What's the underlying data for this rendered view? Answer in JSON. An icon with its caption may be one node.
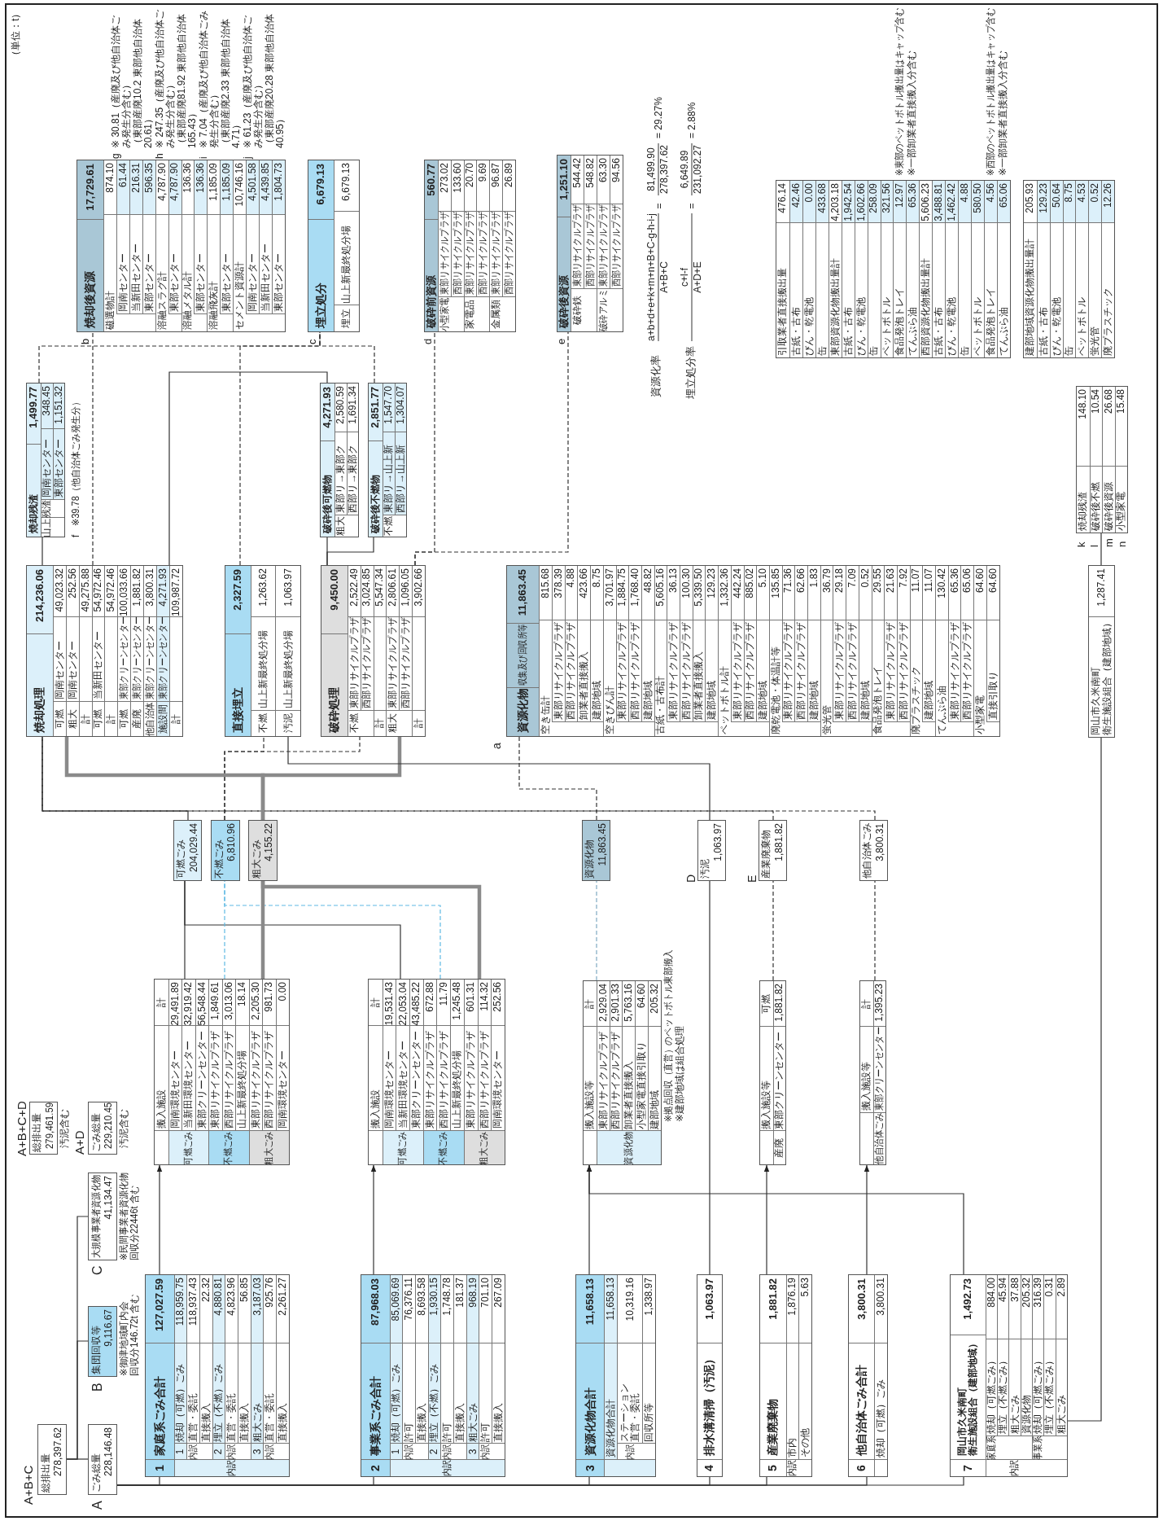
{
  "diagram": {
    "nodes": [
      {
        "text": [
          "総排出量",
          "278,397.62"
        ],
        "beside": [
          "A+B+C"
        ]
      },
      {
        "text": [
          "ごみ総量",
          "228,146.48"
        ],
        "beside": [
          "A"
        ]
      },
      {
        "text": [
          "集団回収等",
          "9,116.67"
        ],
        "beside": [
          "B",
          "※御津地域町内会回収分146.72t 含む"
        ]
      },
      {
        "text": [
          "大規模事業者資源化物",
          "41,134.47"
        ],
        "beside": [
          "C",
          "※民間事業者資源化物回収分22446t 含む"
        ]
      },
      {
        "text": [
          "総排出量",
          "279,461.59"
        ],
        "beside": [
          "A+B+C+D",
          "汚泥含む"
        ]
      },
      {
        "text": [
          "ごみ総量",
          "229,210.45"
        ],
        "beside": [
          "A+D",
          "汚泥含む"
        ]
      },
      {
        "text": [
          "1",
          "家庭系ごみ合計",
          "127,027.59",
          "1",
          "焼却（可燃）ごみ",
          "118,959.75",
          "内訳",
          "直営・委託",
          "118,937.43",
          "直接搬入",
          "22.32",
          "2",
          "埋立（不燃）ごみ",
          "4,880.81",
          "内訳",
          "内訳",
          "直営・委託",
          "4,823.96",
          "直接搬入",
          "56.85",
          "3",
          "粗大ごみ",
          "3,187.03",
          "内訳",
          "直営・委託",
          "925.76",
          "直接搬入",
          "2,261.27"
        ]
      },
      {
        "text": [
          "2",
          "事業系ごみ合計",
          "87,968.03",
          "1",
          "焼却（可燃）ごみ",
          "85,069.69",
          "内訳",
          "許可",
          "76,376.11",
          "直接搬入",
          "8,693.58",
          "2",
          "埋立（不燃）ごみ",
          "1,930.15",
          "内訳",
          "内訳",
          "許可",
          "1,748.78",
          "直接搬入",
          "181.37",
          "3",
          "粗大ごみ",
          "968.19",
          "内訳",
          "許可",
          "701.10",
          "直接搬入",
          "267.09"
        ]
      },
      {
        "text": [
          "3",
          "資源化物合計",
          "11,658.13",
          "資源化物合計",
          "11,658.13",
          "内訳",
          "ステーション直営・委託",
          "10,319.16",
          "回収所等",
          "1,338.97"
        ]
      },
      {
        "text": [
          "4",
          "排水溝清掃（汚泥）",
          "1,063.97"
        ]
      },
      {
        "text": [
          "5",
          "産業廃棄物",
          "1,881.82",
          "内訳",
          "市内",
          "1,876.19",
          "その他",
          "5.63"
        ]
      },
      {
        "text": [
          "6",
          "他自治体ごみ合計",
          "3,800.31",
          "焼却（可燃）ごみ",
          "3,800.31"
        ]
      },
      {
        "text": [
          "7",
          "岡山市久米南町衛生施設組合（建部地域）",
          "1,492.73",
          "家庭系",
          "焼却（可燃ごみ）",
          "884.00",
          "埋立（不燃ごみ）",
          "45.94",
          "内訳",
          "粗大ごみ",
          "37.88",
          "資源化物",
          "205.32",
          "事業系",
          "焼却（可燃ごみ）",
          "316.39",
          "埋立（不燃ごみ）",
          "0.31",
          "粗大ごみ",
          "2.89"
        ]
      },
      {
        "text": [
          "搬入施設",
          "計",
          "岡南環境センター",
          "29,491.89",
          "可燃ごみ",
          "当新田環境センター",
          "32,919.42",
          "東部クリーンセンター",
          "56,548.44",
          "東部リサイクルプラザ",
          "1,849.61",
          "不燃ごみ",
          "西部リサイクルプラザ",
          "3,013.06",
          "山上新最終処分場",
          "18.14",
          "東部リサイクルプラザ",
          "2,205.30",
          "粗大ごみ",
          "西部リサイクルプラザ",
          "981.73",
          "岡南環境センター",
          "0.00"
        ]
      },
      {
        "text": [
          "搬入施設",
          "計",
          "岡南環境センター",
          "19,531.43",
          "可燃ごみ",
          "当新田環境センター",
          "22,053.04",
          "東部クリーンセンター",
          "43,485.22",
          "東部リサイクルプラザ",
          "672.88",
          "不燃ごみ",
          "西部リサイクルプラザ",
          "11.79",
          "山上新最終処分場",
          "1,245.48",
          "東部リサイクルプラザ",
          "601.31",
          "粗大ごみ",
          "西部リサイクルプラザ",
          "114.32",
          "岡南環境センター",
          "252.56"
        ]
      },
      {
        "text": [
          "搬入施設等",
          "計",
          "東部リサイクルプラザ",
          "2,929.04",
          "西部リサイクルプラザ",
          "2,901.33",
          "資源化物",
          "卸業者直接搬入",
          "5,763.16",
          "小型家電直接引取り",
          "64.60",
          "建部地域",
          "205.32"
        ],
        "beside": [
          "※拠点回収（直営）のペットボトル東部搬入",
          "※建部地域は組合処理"
        ]
      },
      {
        "text": [
          "搬入施設等",
          "可燃",
          "産廃",
          "東部クリーンセンター",
          "1,881.82"
        ]
      },
      {
        "text": [
          "搬入施設等",
          "計",
          "他自治体ごみ",
          "東部クリーンセンター",
          "1,395.23"
        ]
      },
      {
        "text": [
          "可燃ごみ",
          "204,029.44"
        ]
      },
      {
        "text": [
          "不燃ごみ",
          "6,810.96"
        ]
      },
      {
        "text": [
          "粗大ごみ",
          "4,155.22"
        ]
      },
      {
        "text": [
          "資源化物",
          "11,863.45"
        ]
      },
      {
        "text": [
          "汚泥",
          "1,063.97"
        ],
        "beside": [
          "D"
        ]
      },
      {
        "text": [
          "産業廃棄物",
          "1,881.82"
        ],
        "beside": [
          "E"
        ]
      },
      {
        "text": [
          "他自治体ごみ",
          "3,800.31"
        ]
      },
      {
        "text": [
          "焼却処理",
          "214,236.06",
          "可燃",
          "岡南センター",
          "49,023.32",
          "粗大",
          "岡南センター",
          "252.56",
          "計",
          "49,275.88",
          "可燃",
          "当新田センター",
          "54,972.46",
          "計",
          "54,972.46",
          "可燃",
          "東部クリーンセンター",
          "100,033.66",
          "産廃",
          "東部クリーンセンター",
          "1,881.82",
          "他自治体",
          "東部クリーンセンター",
          "3,800.31",
          "施設間",
          "東部クリーンセンター",
          "4,271.93",
          "計",
          "109,987.72"
        ]
      },
      {
        "text": [
          "直接埋立",
          "2,327.59",
          "不燃",
          "山上新最終処分場",
          "1,263.62",
          "汚泥",
          "山上新最終処分場",
          "1,063.97"
        ]
      },
      {
        "text": [
          "破砕処理",
          "9,450.00",
          "不燃",
          "東部リサイクルプラザ",
          "2,522.49",
          "西部リサイクルプラザ",
          "3,024.85",
          "計",
          "5,547.34",
          "粗大",
          "東部リサイクルプラザ",
          "2,806.61",
          "西部リサイクルプラザ",
          "1,096.05",
          "計",
          "3,902.66"
        ]
      },
      {
        "text": [
          "資源化物",
          "収集及び回収所等",
          "11,863.45",
          "空き缶計",
          "815.68",
          "東部リサイクルプラザ",
          "378.39",
          "西部リサイクルプラザ",
          "4.88",
          "卸業者直接搬入",
          "423.66",
          "建部地域",
          "8.75",
          "空きびん計",
          "3,701.97",
          "東部リサイクルプラザ",
          "1,884.75",
          "西部リサイクルプラザ",
          "1,768.40",
          "建部地域",
          "48.82",
          "古紙・古布計",
          "5,605.16",
          "東部リサイクルプラザ",
          "36.13",
          "西部リサイクルプラザ",
          "100.30",
          "卸業者直接搬入",
          "5,339.50",
          "建部地域",
          "129.23",
          "ペットボトル計",
          "1,332.36",
          "東部リサイクルプラザ",
          "442.24",
          "西部リサイクルプラザ",
          "885.02",
          "建部地域",
          "5.10",
          "廃乾電池・体温計等",
          "135.85",
          "東部リサイクルプラザ",
          "71.36",
          "西部リサイクルプラザ",
          "62.66",
          "建部地域",
          "1.83",
          "蛍光管",
          "36.79",
          "東部リサイクルプラザ",
          "29.18",
          "西部リサイクルプラザ",
          "7.09",
          "建部地域",
          "0.52",
          "食品発泡トレイ",
          "29.55",
          "東部リサイクルプラザ",
          "21.63",
          "西部リサイクルプラザ",
          "7.92",
          "廃プラスチック",
          "11.07",
          "建部地域",
          "11.07",
          "てんぷら油",
          "130.42",
          "東部リサイクルプラザ",
          "65.36",
          "西部リサイクルプラザ",
          "65.06",
          "小型家電",
          "64.60",
          "直接引取り",
          "64.60"
        ],
        "beside": [
          "a"
        ]
      },
      {
        "text": [
          "焼却残渣",
          "1,499.77",
          "山上",
          "残渣",
          "岡南センター",
          "348.45",
          "東部センター",
          "1,151.32"
        ],
        "beside": [
          "f",
          "※39.78（他自治体ごみ発生分）"
        ]
      },
      {
        "text": [
          "破砕後可燃物",
          "4,271.93",
          "粗大",
          "東部リ→東部ク",
          "2,580.59",
          "西部リ→東部ク",
          "1,691.34"
        ]
      },
      {
        "text": [
          "破砕後不燃物",
          "2,851.77",
          "不燃",
          "東部リ→山上新",
          "1,547.70",
          "西部リ→山上新",
          "1,304.07"
        ]
      },
      {
        "text": [
          "焼却後資源",
          "17,729.61",
          "磁選物計",
          "874.10",
          "岡南センター",
          "61.44",
          "当新田センター",
          "216.31",
          "東部センター",
          "596.35",
          "溶融スラグ計",
          "4,787.90",
          "東部センター",
          "4,787.90",
          "溶融メタル計",
          "136.36",
          "東部センター",
          "136.36",
          "溶融飛灰計",
          "1,185.09",
          "東部センター",
          "1,185.09",
          "セメント資源計",
          "10,746.16",
          "岡南センター",
          "4,501.58",
          "当新田センター",
          "4,439.85",
          "東部センター",
          "1,804.73"
        ],
        "beside": [
          "b"
        ]
      },
      {
        "text": [
          "埋立処分",
          "6,679.13",
          "埋立",
          "山上新最終処分場",
          "6,679.13"
        ],
        "beside": [
          "c"
        ]
      },
      {
        "text": [
          "破砕前資源",
          "560.77",
          "小型家電",
          "東部リサイクルプラザ",
          "273.02",
          "西部リサイクルプラザ",
          "133.60",
          "家電品",
          "東部リサイクルプラザ",
          "20.70",
          "西部リサイクルプラザ",
          "9.69",
          "金属類",
          "東部リサイクルプラザ",
          "96.87",
          "西部リサイクルプラザ",
          "26.89"
        ],
        "beside": [
          "d"
        ]
      },
      {
        "text": [
          "破砕後資源",
          "1,251.10",
          "破砕鉄",
          "東部リサイクルプラザ",
          "544.42",
          "西部リサイクルプラザ",
          "548.82",
          "破砕アルミ",
          "東部リサイクルプラザ",
          "63.30",
          "西部リサイクルプラザ",
          "94.56"
        ],
        "beside": [
          "e"
        ]
      },
      {
        "text": [
          "引取業者直接搬出量",
          "476.14",
          "古紙・古布",
          "42.46",
          "びん・乾電池",
          "0.00",
          "缶",
          "433.68",
          "東部資源化物搬出量計",
          "4,203.18",
          "古紙・古布",
          "1,942.54",
          "びん・乾電池",
          "1,602.66",
          "缶",
          "258.09",
          "ペットボトル",
          "321.56",
          "食品発泡トレイ",
          "12.97",
          "てんぷら油",
          "65.36",
          "西部資源化物搬出量計",
          "5,606.23",
          "古紙・古布",
          "3,488.81",
          "びん・乾電池",
          "1,462.42",
          "缶",
          "4.88",
          "ペットボトル",
          "580.50",
          "食品発泡トレイ",
          "4.56",
          "てんぷら油",
          "65.06"
        ],
        "beside": [
          "※東部のペットボトル搬出量はキャップ含む",
          "※一部卸業者直接搬入分含む",
          "※西部のペットボトル搬出量はキャップ含む",
          "※一部卸業者直接搬入分含む"
        ]
      },
      {
        "text": [
          "建部地域資源化物搬出量計",
          "205.93",
          "古紙・古布",
          "129.23",
          "びん・乾電池",
          "50.64",
          "缶",
          "8.75",
          "ペットボトル",
          "4.53",
          "蛍光管",
          "0.52",
          "廃プラスチック",
          "12.26"
        ]
      },
      {
        "text": [
          "焼却残渣",
          "148.10",
          "破砕後不燃",
          "10.54",
          "破砕後資源",
          "26.68",
          "小型家電",
          "15.48"
        ],
        "beside": [
          "k",
          "l",
          "m",
          "n"
        ]
      },
      {
        "text": [
          "岡山市久米南町衛生施設組合（建部地域）",
          "1,287.41"
        ]
      }
    ],
    "edges": [
      {
        "from": 0,
        "to": 1,
        "arrow": "none"
      },
      {
        "from": 0,
        "to": 2,
        "arrow": "none"
      },
      {
        "from": 0,
        "to": 3,
        "arrow": "none"
      },
      {
        "from": 1,
        "to": 6,
        "arrow": "none"
      },
      {
        "from": 1,
        "to": 7,
        "arrow": "none"
      },
      {
        "from": 1,
        "to": 8,
        "arrow": "none"
      },
      {
        "from": 1,
        "to": 9,
        "arrow": "none"
      },
      {
        "from": 1,
        "to": 10,
        "arrow": "none"
      },
      {
        "from": 1,
        "to": 11,
        "arrow": "none"
      },
      {
        "from": 1,
        "to": 12,
        "arrow": "none"
      },
      {
        "from": 6,
        "to": 13,
        "arrow": "to"
      },
      {
        "from": 7,
        "to": 14,
        "arrow": "to"
      },
      {
        "from": 8,
        "to": 15,
        "arrow": "to"
      },
      {
        "from": 10,
        "to": 16,
        "arrow": "to"
      },
      {
        "from": 11,
        "to": 17,
        "arrow": "to"
      },
      {
        "from": 9,
        "to": 22,
        "arrow": "none"
      },
      {
        "from": 12,
        "to": 15,
        "arrow": "to"
      },
      {
        "from": 12,
        "to": 39,
        "arrow": "none"
      },
      {
        "from": 39,
        "to": 38,
        "arrow": "none"
      },
      {
        "from": 13,
        "to": 18,
        "arrow": "none"
      },
      {
        "from": 14,
        "to": 18,
        "arrow": "none"
      },
      {
        "from": 13,
        "to": 19,
        "arrow": "none",
        "style": "dashed",
        "color": "#5fb9e3"
      },
      {
        "from": 14,
        "to": 19,
        "arrow": "none",
        "style": "dashed",
        "color": "#5fb9e3"
      },
      {
        "from": 13,
        "to": 20,
        "arrow": "none",
        "style": "thick",
        "color": "#8a8a8a"
      },
      {
        "from": 14,
        "to": 20,
        "arrow": "none",
        "style": "thick",
        "color": "#8a8a8a"
      },
      {
        "from": 15,
        "to": 21,
        "arrow": "none",
        "style": "dashed",
        "color": "#7fa9c2"
      },
      {
        "from": 16,
        "to": 23,
        "arrow": "none",
        "style": "dashed"
      },
      {
        "from": 17,
        "to": 24,
        "arrow": "none",
        "style": "dashed"
      },
      {
        "from": 18,
        "to": 25,
        "arrow": "none"
      },
      {
        "from": 23,
        "to": 25,
        "arrow": "none",
        "style": "dashed"
      },
      {
        "from": 24,
        "to": 25,
        "arrow": "none",
        "style": "dashed"
      },
      {
        "from": 19,
        "to": 26,
        "arrow": "none",
        "style": "dashed"
      },
      {
        "from": 19,
        "to": 27,
        "arrow": "none",
        "style": "dashed"
      },
      {
        "from": 20,
        "to": 25,
        "arrow": "none",
        "style": "thick",
        "color": "#8a8a8a"
      },
      {
        "from": 20,
        "to": 27,
        "arrow": "none",
        "style": "thick",
        "color": "#8a8a8a"
      },
      {
        "from": 22,
        "to": 26,
        "arrow": "none"
      },
      {
        "from": 21,
        "to": 28,
        "arrow": "none",
        "style": "dashed"
      },
      {
        "from": 25,
        "to": 29,
        "arrow": "none"
      },
      {
        "from": 25,
        "to": 32,
        "arrow": "none",
        "style": "dashed"
      },
      {
        "from": 27,
        "to": 30,
        "arrow": "none"
      },
      {
        "from": 27,
        "to": 31,
        "arrow": "none"
      },
      {
        "from": 27,
        "to": 34,
        "arrow": "none",
        "style": "dashed"
      },
      {
        "from": 27,
        "to": 35,
        "arrow": "none",
        "style": "dashed"
      },
      {
        "from": 30,
        "to": 25,
        "arrow": "none"
      },
      {
        "from": 29,
        "to": 33,
        "arrow": "none",
        "style": "dashed"
      },
      {
        "from": 26,
        "to": 33,
        "arrow": "none",
        "style": "dashed"
      },
      {
        "from": 31,
        "to": 33,
        "arrow": "none",
        "style": "dashed"
      }
    ],
    "labels": [
      "（単位：t）",
      "g",
      "※ 30.81（産廃及び他自治体ごみ発生分含む）",
      "（東部産廃10.2 東部他自治体20.61）",
      "h",
      "※ 247.35（産廃及び他自治体ごみ発生分含む）",
      "（東部産廃81.92 東部他自治体165.43）",
      "i",
      "※ 7.04（産廃及び他自治体ごみ発生分含む）",
      "（東部産廃2.33 東部他自治体4.71）",
      "j",
      "※ 61.23（産廃及び他自治体ごみ発生分含む）",
      "（東部産廃20.28 東部他自治体40.95）",
      "資源化率",
      "a+b+d+e+k+m+n+B+C-g-h-i-j",
      "=",
      "81,499.90",
      "= 29.27%",
      "A+B+C",
      "278,397.62",
      "埋立処分率",
      "c+l-f",
      "=",
      "6,649.89",
      "= 2.88%",
      "A+D+E",
      "231,092.27"
    ]
  }
}
